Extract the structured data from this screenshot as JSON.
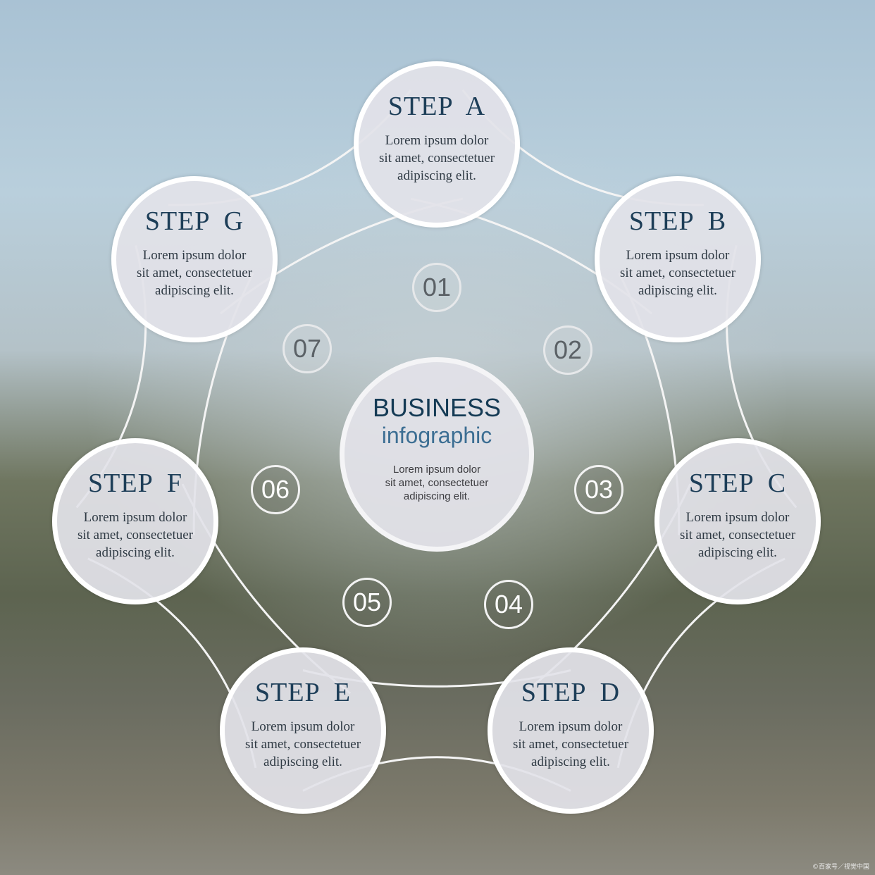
{
  "center": {
    "title": "BUSINESS",
    "subtitle": "infographic",
    "text": [
      "Lorem ipsum dolor",
      "sit amet, consectetuer",
      "adipiscing elit."
    ]
  },
  "steps": [
    {
      "title": "STEP A",
      "text": [
        "Lorem ipsum dolor",
        "sit amet, consectetuer",
        "adipiscing elit."
      ]
    },
    {
      "title": "STEP B",
      "text": [
        "Lorem ipsum dolor",
        "sit amet, consectetuer",
        "adipiscing elit."
      ]
    },
    {
      "title": "STEP C",
      "text": [
        "Lorem ipsum dolor",
        "sit amet, consectetuer",
        "adipiscing elit."
      ]
    },
    {
      "title": "STEP D",
      "text": [
        "Lorem ipsum dolor",
        "sit amet, consectetuer",
        "adipiscing elit."
      ]
    },
    {
      "title": "STEP E",
      "text": [
        "Lorem ipsum dolor",
        "sit amet, consectetuer",
        "adipiscing elit."
      ]
    },
    {
      "title": "STEP F",
      "text": [
        "Lorem ipsum dolor",
        "sit amet, consectetuer",
        "adipiscing elit."
      ]
    },
    {
      "title": "STEP G",
      "text": [
        "Lorem ipsum dolor",
        "sit amet, consectetuer",
        "adipiscing elit."
      ]
    }
  ],
  "numbers": [
    "01",
    "02",
    "03",
    "04",
    "05",
    "06",
    "07"
  ],
  "watermark": "©百家号／视觉中国"
}
